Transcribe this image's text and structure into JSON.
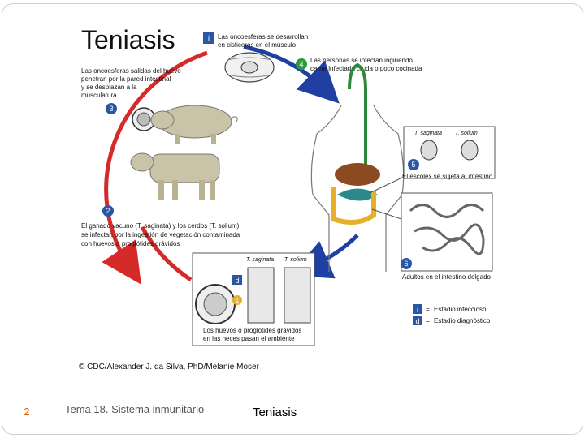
{
  "diagram": {
    "title": "Teniasis",
    "stages": [
      {
        "num": "1",
        "text": [
          "Las oncoesferas se desarrollan",
          "en cisticeros en el músculo"
        ]
      },
      {
        "num": "4",
        "text": [
          "Las personas se infectan ingiriendo",
          "carne infectada cruda o poco cocinada"
        ]
      },
      {
        "num": "3",
        "text": [
          "Las oncoesferas salidas del huevo",
          "penetran por la pared intestinal",
          "y se desplazan a la",
          "musculatura"
        ]
      },
      {
        "num": "5",
        "text": [
          "El escolex se sujeta al intestino"
        ]
      },
      {
        "num": "2",
        "text": [
          "El ganado vacuno (T. saginata) y los cerdos (T. solium)",
          "se infectan por la ingestión de vegetación contaminada",
          "con huevos o proglótides grávidos"
        ]
      },
      {
        "num": "6",
        "text": [
          "Adultos en el intestino delgado"
        ]
      },
      {
        "num": "",
        "text": [
          "Los huevos o proglótides grávidos",
          "en las heces pasan el ambiente"
        ]
      }
    ],
    "species": [
      "T. saginata",
      "T. solium"
    ],
    "legend": [
      {
        "symbol": "i",
        "label": "Estadio infeccioso",
        "color": "#2a56a6"
      },
      {
        "symbol": "d",
        "label": "Estadio diagnóstico",
        "color": "#2a56a6"
      }
    ],
    "credit": "© CDC/Alexander J. da Silva, PhD/Melanie Moser"
  },
  "footer": {
    "slide_number": "2",
    "course": "Tema 18. Sistema inmunitario",
    "title": "Teniasis"
  },
  "colors": {
    "cycle_red": "#d42a2a",
    "cycle_blue": "#1f3fa3",
    "badge": "#2a56a6",
    "accent": "#e05a1c"
  }
}
